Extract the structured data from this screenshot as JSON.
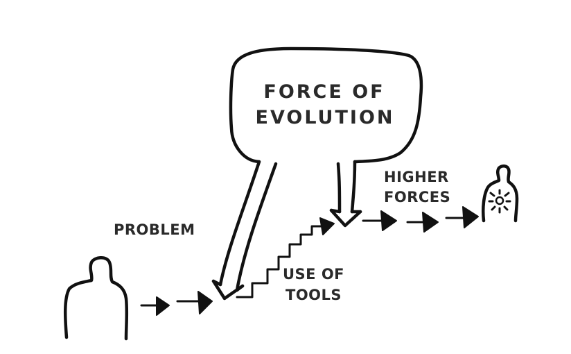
{
  "labels": {
    "force_line1": "FORCE OF",
    "force_line2": "EVOLUTION",
    "problem": "PROBLEM",
    "tools_line1": "USE OF",
    "tools_line2": "TOOLS",
    "higher_line1": "HIGHER",
    "higher_line2": "FORCES"
  },
  "icons": {
    "person_start": "person-outline-icon",
    "person_end": "enlightened-person-icon",
    "step_arrow": "arrow-right-icon"
  },
  "colors": {
    "ink": "#111111",
    "text": "#2a2a2a",
    "background": "#ffffff"
  }
}
